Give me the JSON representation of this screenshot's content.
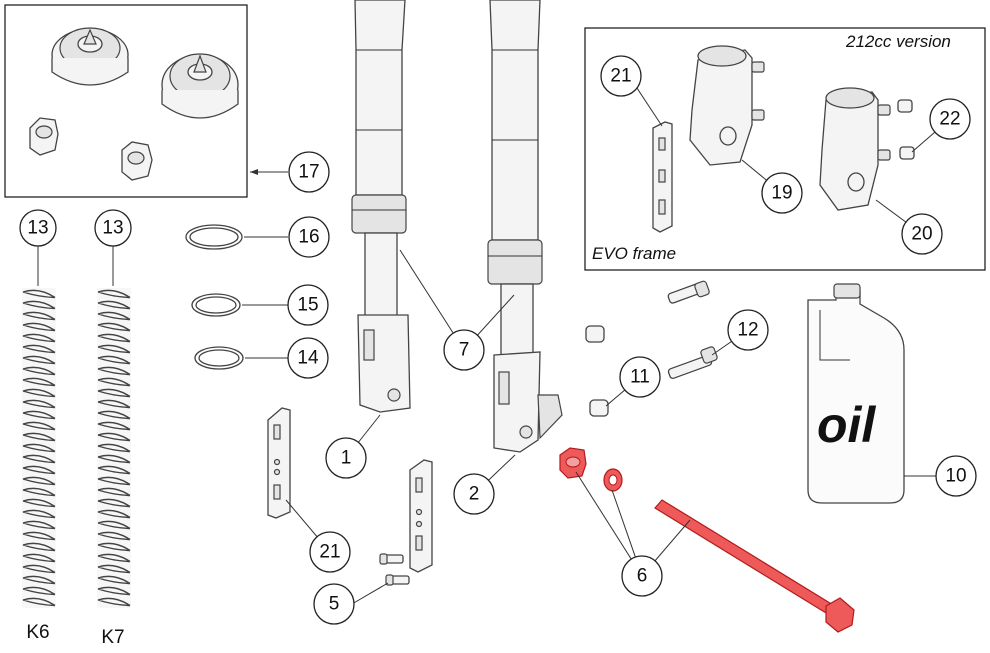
{
  "labels": {
    "version_212cc": "212cc version",
    "evo_frame": "EVO frame",
    "oil": "oil",
    "spring_k6": "K6",
    "spring_k7": "K7"
  },
  "callouts": {
    "c1": "1",
    "c2": "2",
    "c5": "5",
    "c6": "6",
    "c7": "7",
    "c10": "10",
    "c11": "11",
    "c12": "12",
    "c13a": "13",
    "c13b": "13",
    "c14": "14",
    "c15": "15",
    "c16": "16",
    "c17": "17",
    "c19": "19",
    "c20": "20",
    "c21a": "21",
    "c21b": "21",
    "c22": "22"
  },
  "colors": {
    "highlight": "#ee5a5a",
    "stroke": "#333333"
  }
}
